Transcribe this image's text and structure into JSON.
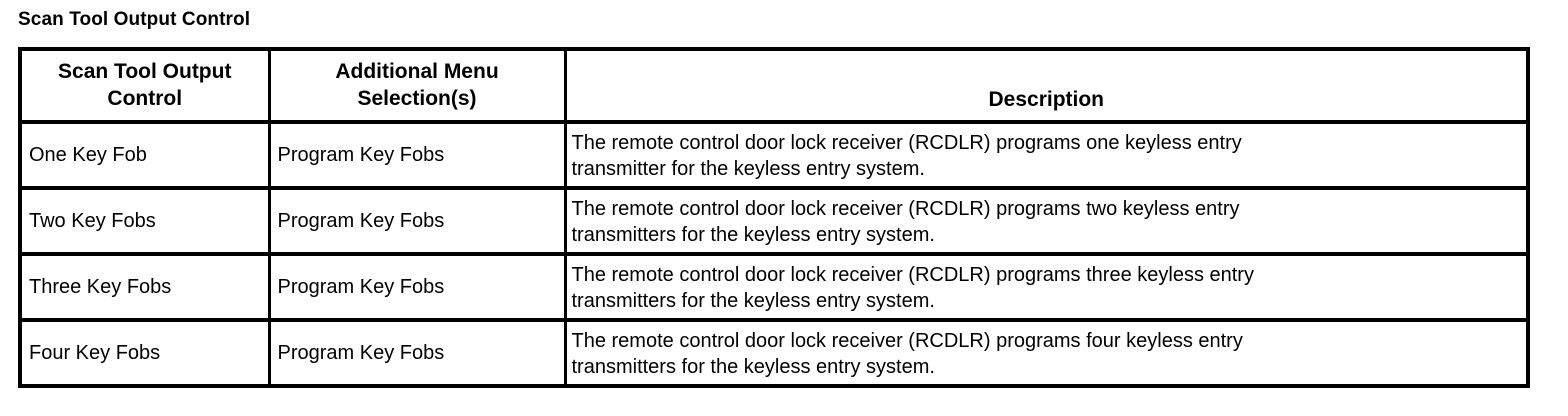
{
  "caption": "Scan Tool Output Control",
  "table": {
    "headers": [
      "Scan Tool Output Control",
      "Additional Menu Selection(s)",
      "Description"
    ],
    "header_lines": {
      "col1_line1": "Scan Tool Output",
      "col1_line2": "Control",
      "col2_line1": "Additional Menu",
      "col2_line2": "Selection(s)",
      "col3_line1": "Description"
    },
    "rows": [
      {
        "control": "One Key Fob",
        "menu": "Program Key Fobs",
        "description": "The remote control door lock receiver (RCDLR) programs one keyless entry transmitter for the keyless entry system.",
        "description_line1": "The remote control door lock receiver (RCDLR) programs one keyless entry",
        "description_line2": "transmitter for the keyless entry system."
      },
      {
        "control": "Two Key Fobs",
        "menu": "Program Key Fobs",
        "description": "The remote control door lock receiver (RCDLR) programs two keyless entry transmitters for the keyless entry system.",
        "description_line1": "The remote control door lock receiver (RCDLR) programs two keyless entry",
        "description_line2": "transmitters for the keyless entry system."
      },
      {
        "control": "Three Key Fobs",
        "menu": "Program Key Fobs",
        "description": "The remote control door lock receiver (RCDLR) programs three keyless entry transmitters for the keyless entry system.",
        "description_line1": "The remote control door lock receiver (RCDLR) programs three keyless entry",
        "description_line2": "transmitters for the keyless entry system."
      },
      {
        "control": "Four Key Fobs",
        "menu": "Program Key Fobs",
        "description": "The remote control door lock receiver (RCDLR) programs four keyless entry transmitters for the keyless entry system.",
        "description_line1": "The remote control door lock receiver (RCDLR) programs four keyless entry",
        "description_line2": "transmitters for the keyless entry system."
      }
    ]
  },
  "colors": {
    "text": "#000000",
    "background": "#ffffff",
    "border": "#000000"
  }
}
